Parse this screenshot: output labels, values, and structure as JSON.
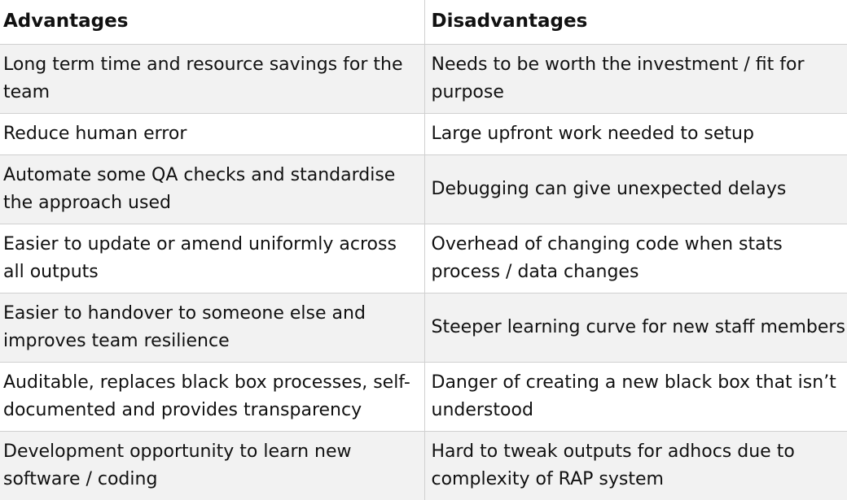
{
  "table": {
    "headers": {
      "advantages": "Advantages",
      "disadvantages": "Disadvantages"
    },
    "rows": [
      {
        "advantage": "Long term time and resource savings for the team",
        "disadvantage": "Needs to be worth the investment / fit for purpose"
      },
      {
        "advantage": "Reduce human error",
        "disadvantage": "Large upfront work needed to setup"
      },
      {
        "advantage": "Automate some QA checks and standardise the approach used",
        "disadvantage": "Debugging can give unexpected delays"
      },
      {
        "advantage": "Easier to update or amend uniformly across all outputs",
        "disadvantage": "Overhead of changing code when stats process / data changes"
      },
      {
        "advantage": "Easier to handover to someone else and improves team resilience",
        "disadvantage": "Steeper learning curve for new staff members"
      },
      {
        "advantage": "Auditable, replaces black box processes, self-documented and provides transparency",
        "disadvantage": "Danger of creating a new black box that isn’t understood"
      },
      {
        "advantage": "Development opportunity to learn new software / coding",
        "disadvantage": "Hard to tweak outputs for adhocs due to complexity of RAP system"
      }
    ]
  }
}
